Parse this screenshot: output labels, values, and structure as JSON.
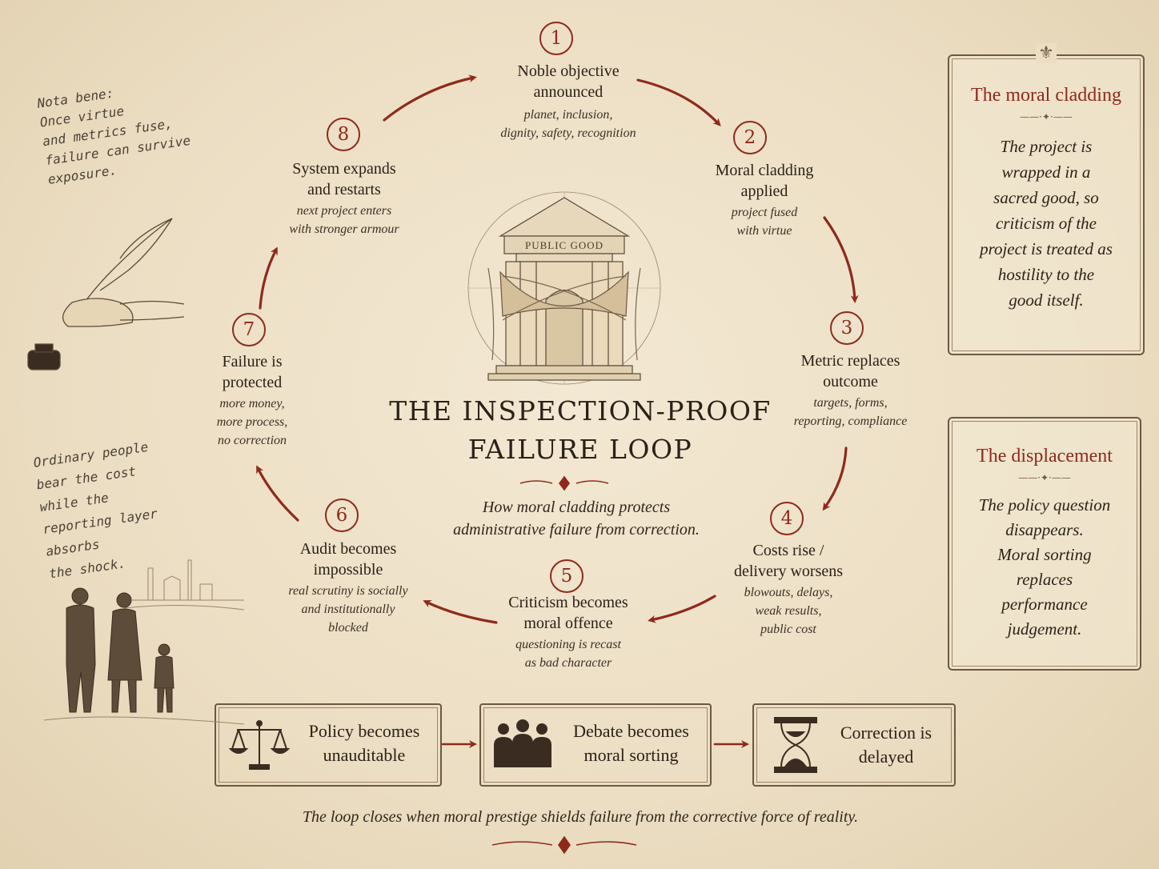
{
  "title": {
    "line1": "THE INSPECTION-PROOF",
    "line2": "FAILURE LOOP"
  },
  "subtitle": {
    "line1": "How moral cladding protects",
    "line2": "administrative failure from correction."
  },
  "building_sign": "PUBLIC GOOD",
  "steps": [
    {
      "num": "1",
      "title": [
        "Noble objective",
        "announced"
      ],
      "sub": [
        "planet, inclusion,",
        "dignity, safety, recognition"
      ]
    },
    {
      "num": "2",
      "title": [
        "Moral cladding",
        "applied"
      ],
      "sub": [
        "project fused",
        "with virtue"
      ]
    },
    {
      "num": "3",
      "title": [
        "Metric replaces",
        "outcome"
      ],
      "sub": [
        "targets, forms,",
        "reporting, compliance"
      ]
    },
    {
      "num": "4",
      "title": [
        "Costs rise /",
        "delivery worsens"
      ],
      "sub": [
        "blowouts, delays,",
        "weak results,",
        "public cost"
      ]
    },
    {
      "num": "5",
      "title": [
        "Criticism becomes",
        "moral offence"
      ],
      "sub": [
        "questioning is recast",
        "as bad character"
      ]
    },
    {
      "num": "6",
      "title": [
        "Audit becomes",
        "impossible"
      ],
      "sub": [
        "real scrutiny is socially",
        "and institutionally",
        "blocked"
      ]
    },
    {
      "num": "7",
      "title": [
        "Failure is",
        "protected"
      ],
      "sub": [
        "more money,",
        "more process,",
        "no correction"
      ]
    },
    {
      "num": "8",
      "title": [
        "System expands",
        "and restarts"
      ],
      "sub": [
        "next project enters",
        "with stronger armour"
      ]
    }
  ],
  "sideboxes": [
    {
      "title": "The moral cladding",
      "body": [
        "The project is",
        "wrapped in a",
        "sacred good, so",
        "criticism of the",
        "project is treated as",
        "hostility to the",
        "good itself."
      ]
    },
    {
      "title": "The displacement",
      "body": [
        "The policy question",
        "disappears.",
        "Moral sorting",
        "replaces",
        "performance",
        "judgement."
      ]
    }
  ],
  "bottom_boxes": [
    {
      "icon": "scales-icon",
      "text": [
        "Policy becomes",
        "unauditable"
      ]
    },
    {
      "icon": "people-icon",
      "text": [
        "Debate becomes",
        "moral sorting"
      ]
    },
    {
      "icon": "hourglass-icon",
      "text": [
        "Correction is",
        "delayed"
      ]
    }
  ],
  "footer": "The loop closes when moral prestige shields failure from the corrective force of reality.",
  "notes": {
    "nota_bene": [
      "Nota bene:",
      "Once virtue",
      "and metrics fuse,",
      "failure can survive",
      "exposure."
    ],
    "ordinary": [
      "Ordinary people",
      "bear the cost",
      "while the",
      "reporting layer",
      "absorbs",
      "the shock."
    ]
  },
  "colors": {
    "accent": "#8e2a1c",
    "ink": "#2a2118",
    "paper": "#f0e4cc",
    "frame": "#6d5843"
  }
}
